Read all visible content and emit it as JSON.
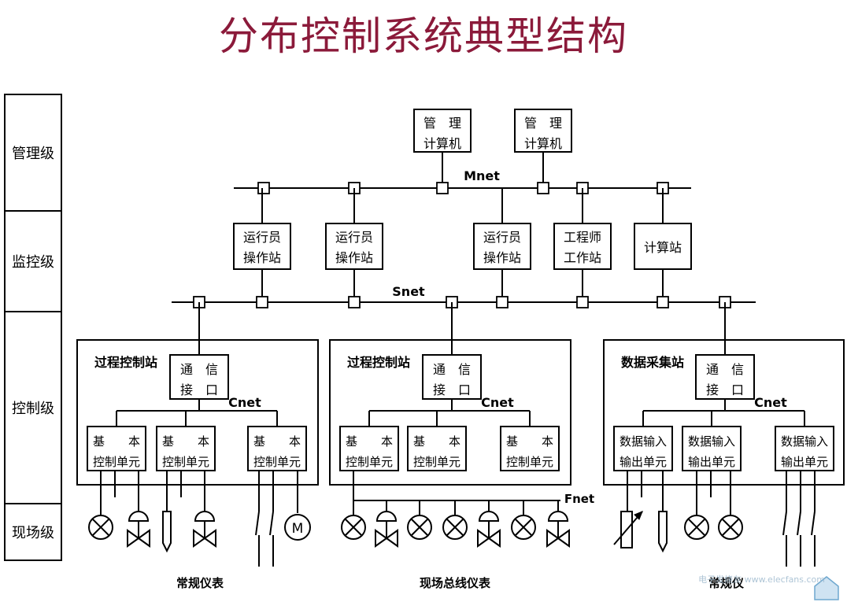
{
  "title": "分布控制系统典型结构",
  "levels": [
    "管理级",
    "监控级",
    "控制级",
    "现场级"
  ],
  "net_labels": {
    "mnet": "Mnet",
    "snet": "Snet",
    "cnet": "Cnet",
    "fnet": "Fnet"
  },
  "mgmt_computers": [
    [
      "管　理",
      "计算机"
    ],
    [
      "管　理",
      "计算机"
    ]
  ],
  "monitor_stations": [
    [
      "运行员",
      "操作站"
    ],
    [
      "运行员",
      "操作站"
    ],
    [
      "运行员",
      "操作站"
    ],
    [
      "工程师",
      "工作站"
    ],
    [
      "计算站"
    ]
  ],
  "control_stations": [
    {
      "name": "过程控制站",
      "comm": [
        "通　信",
        "接　口"
      ],
      "units": [
        "基　　本",
        "控制单元"
      ]
    },
    {
      "name": "过程控制站",
      "comm": [
        "通　信",
        "接　口"
      ],
      "units": [
        "基　　本",
        "控制单元"
      ]
    },
    {
      "name": "数据采集站",
      "comm": [
        "通　信",
        "接　口"
      ],
      "units": [
        "数据输入",
        "输出单元"
      ]
    }
  ],
  "motor_symbol": "M",
  "bottom_labels": [
    "常规仪表",
    "现场总线仪表",
    "常规仪"
  ],
  "watermark": "电子发烧友 www.elecfans.com"
}
